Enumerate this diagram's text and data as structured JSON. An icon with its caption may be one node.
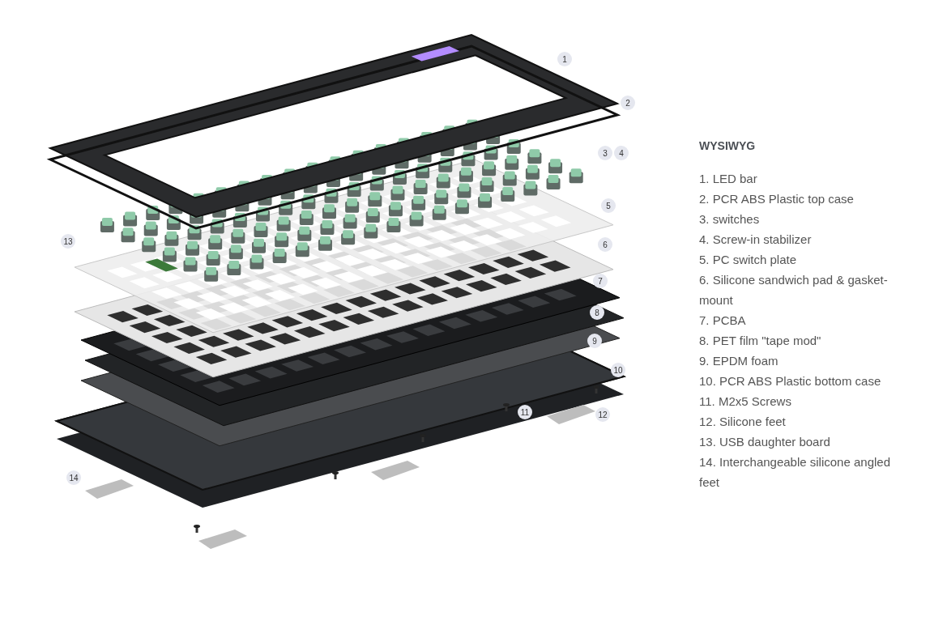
{
  "diagram": {
    "title": "WYSIWYG",
    "labels": [
      "1",
      "2",
      "3",
      "4",
      "5",
      "13",
      "6",
      "7",
      "8",
      "9",
      "10",
      "11",
      "12",
      "14",
      "1. LED bar",
      "2. PCR ABS Plastic top case",
      "3. switches",
      "4. Screw-in stabilizer",
      "5. PC switch plate",
      "6. Silicone sandwich pad & gasket-mount",
      "7. PCBA",
      "8. PET film \"tape mod\"",
      "9. EPDM foam",
      "10. PCR ABS Plastic bottom case",
      "11. M2x5 Screws",
      "12. Silicone feet",
      "13. USB daughter board",
      "14. Interchangeable silicone angled feet"
    ]
  }
}
